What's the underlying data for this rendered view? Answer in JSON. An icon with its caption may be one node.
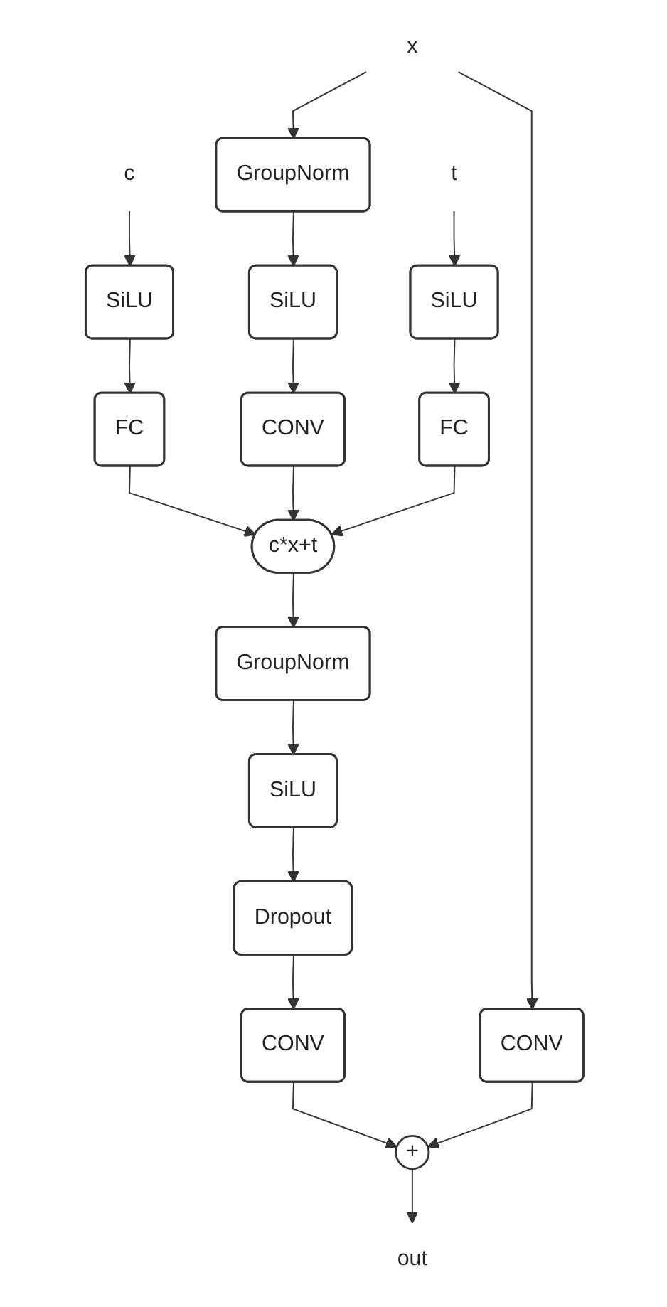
{
  "diagram": {
    "nodes": [
      {
        "text": [
          "c"
        ]
      },
      {
        "text": [
          "x"
        ]
      },
      {
        "text": [
          "t"
        ]
      },
      {
        "text": [
          "SiLU"
        ]
      },
      {
        "text": [
          "GroupNorm"
        ]
      },
      {
        "text": [
          "SiLU"
        ]
      },
      {
        "text": [
          "FC"
        ]
      },
      {
        "text": [
          "SiLU"
        ]
      },
      {
        "text": [
          "FC"
        ]
      },
      {
        "text": [
          "CONV"
        ]
      },
      {
        "text": [
          "c*x+t"
        ]
      },
      {
        "text": [
          "CONV"
        ]
      },
      {
        "text": [
          "GroupNorm"
        ]
      },
      {
        "text": [
          "SiLU"
        ]
      },
      {
        "text": [
          "Dropout"
        ]
      },
      {
        "text": [
          "CONV"
        ]
      },
      {
        "text": [
          "+"
        ]
      },
      {
        "text": [
          "out"
        ]
      }
    ],
    "edges": [
      {
        "from": 0,
        "to": 3,
        "arrow": "to"
      },
      {
        "from": 3,
        "to": 6,
        "arrow": "to"
      },
      {
        "from": 1,
        "to": 4,
        "arrow": "to"
      },
      {
        "from": 4,
        "to": 7,
        "arrow": "to"
      },
      {
        "from": 7,
        "to": 9,
        "arrow": "to"
      },
      {
        "from": 2,
        "to": 5,
        "arrow": "to"
      },
      {
        "from": 5,
        "to": 8,
        "arrow": "to"
      },
      {
        "from": 6,
        "to": 10,
        "arrow": "to"
      },
      {
        "from": 9,
        "to": 10,
        "arrow": "to"
      },
      {
        "from": 8,
        "to": 10,
        "arrow": "to"
      },
      {
        "from": 1,
        "to": 11,
        "arrow": "to"
      },
      {
        "from": 10,
        "to": 12,
        "arrow": "to"
      },
      {
        "from": 12,
        "to": 13,
        "arrow": "to"
      },
      {
        "from": 13,
        "to": 14,
        "arrow": "to"
      },
      {
        "from": 14,
        "to": 15,
        "arrow": "to"
      },
      {
        "from": 15,
        "to": 16,
        "arrow": "to"
      },
      {
        "from": 11,
        "to": 16,
        "arrow": "to"
      },
      {
        "from": 16,
        "to": 17,
        "arrow": "to"
      }
    ]
  }
}
